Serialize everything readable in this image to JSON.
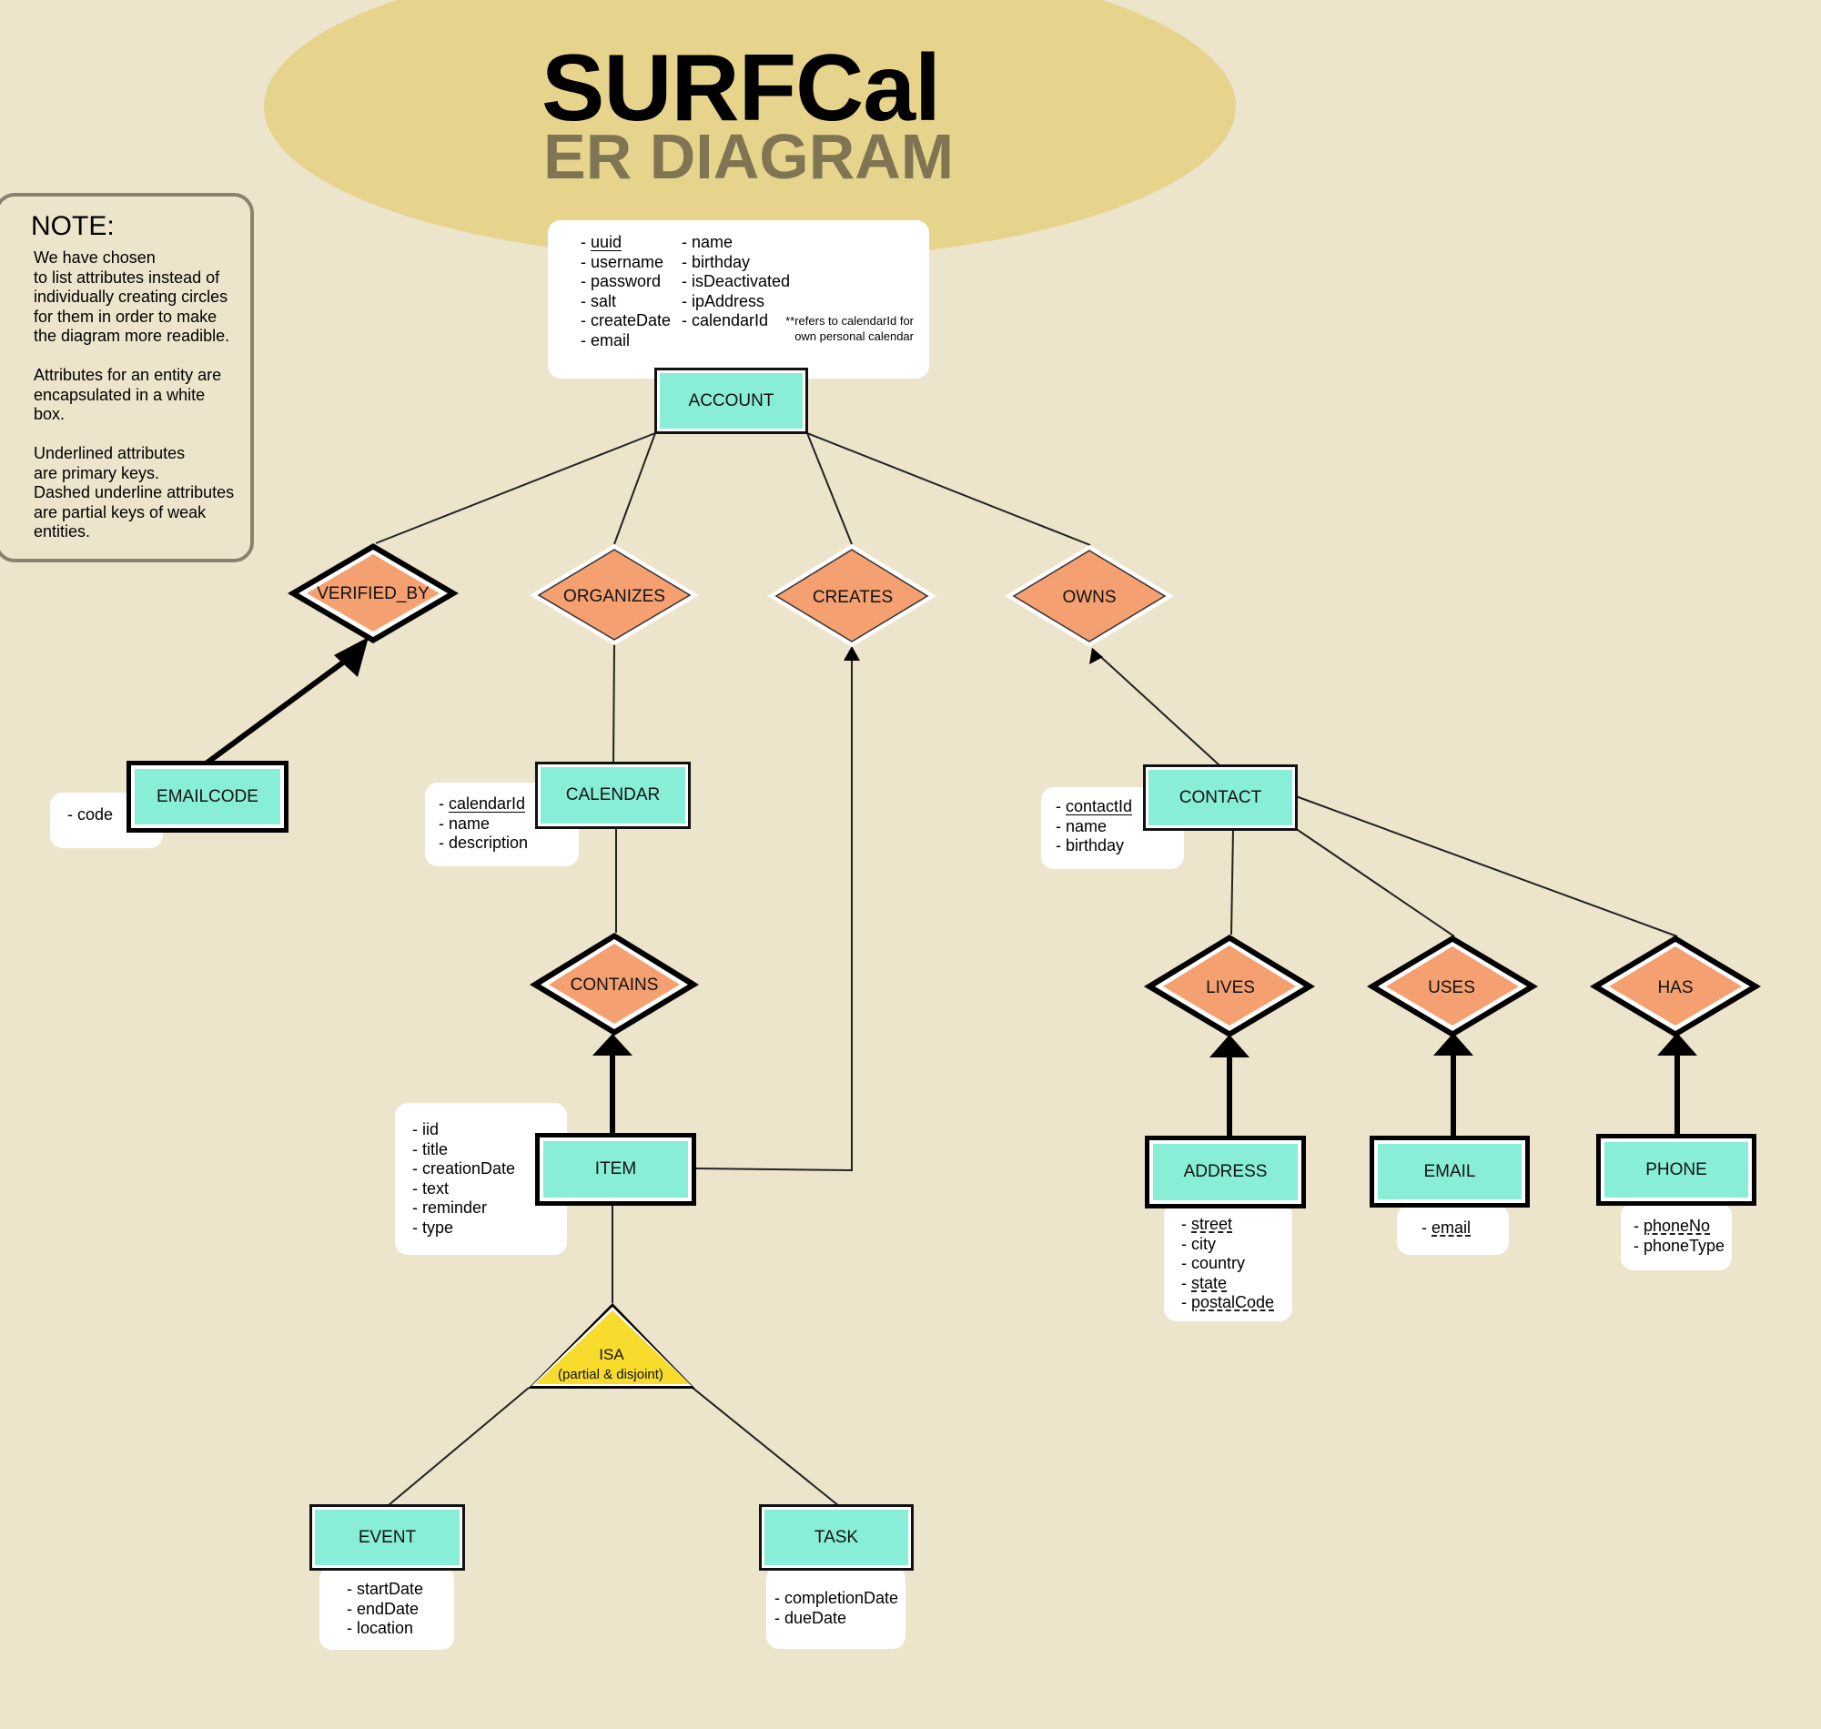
{
  "title": {
    "main": "SURFCal",
    "sub": "ER DIAGRAM"
  },
  "note": {
    "heading": "NOTE:",
    "text": "We have chosen\nto list attributes instead of\nindividually creating circles\nfor them in order to make\nthe diagram more readible.\n\nAttributes for an entity are\nencapsulated in a white\nbox.\n\nUnderlined attributes\nare primary keys.\nDashed underline attributes\nare partial keys of weak\nentities."
  },
  "colors": {
    "background": "#ece4cb",
    "ellipse": "#e6d38c",
    "entity": "#88eed8",
    "relationship": "#f5a070",
    "isa": "#f7dc2e"
  },
  "entities": {
    "account": "ACCOUNT",
    "emailcode": "EMAILCODE",
    "calendar": "CALENDAR",
    "item": "ITEM",
    "event": "EVENT",
    "task": "TASK",
    "contact": "CONTACT",
    "address": "ADDRESS",
    "email": "EMAIL",
    "phone": "PHONE"
  },
  "relationships": {
    "verified_by": "VERIFIED_BY",
    "organizes": "ORGANIZES",
    "creates": "CREATES",
    "owns": "OWNS",
    "contains": "CONTAINS",
    "lives": "LIVES",
    "uses": "USES",
    "has": "HAS"
  },
  "isa": {
    "label": "ISA",
    "sub": "(partial & disjoint)"
  },
  "attributes": {
    "account_col1": [
      "- ",
      "- username",
      "- password",
      "- salt",
      "- createDate",
      "- email"
    ],
    "account_pk": "uuid",
    "account_col2": [
      "- name",
      "- birthday",
      "- isDeactivated",
      "- ipAddress",
      "- calendarId"
    ],
    "account_footnote": "**refers to calendarId for\nown personal calendar",
    "emailcode": [
      "- code"
    ],
    "calendar_pk": "calendarId",
    "calendar": [
      "- name",
      "- description"
    ],
    "item": [
      "- iid",
      "- title",
      "- creationDate",
      "- text",
      "- reminder",
      "- type"
    ],
    "event": [
      "- startDate",
      "- endDate",
      "- location"
    ],
    "task": [
      "- completionDate",
      "- dueDate"
    ],
    "contact_pk": "contactId",
    "contact": [
      "- name",
      "- birthday"
    ],
    "address_partial_1": "street",
    "address": [
      "- city",
      "- country"
    ],
    "address_partial_2": "state",
    "address_partial_3": "postalCode",
    "email_partial": "email",
    "phone_partial": "phoneNo",
    "phone": [
      "- phoneType"
    ]
  }
}
